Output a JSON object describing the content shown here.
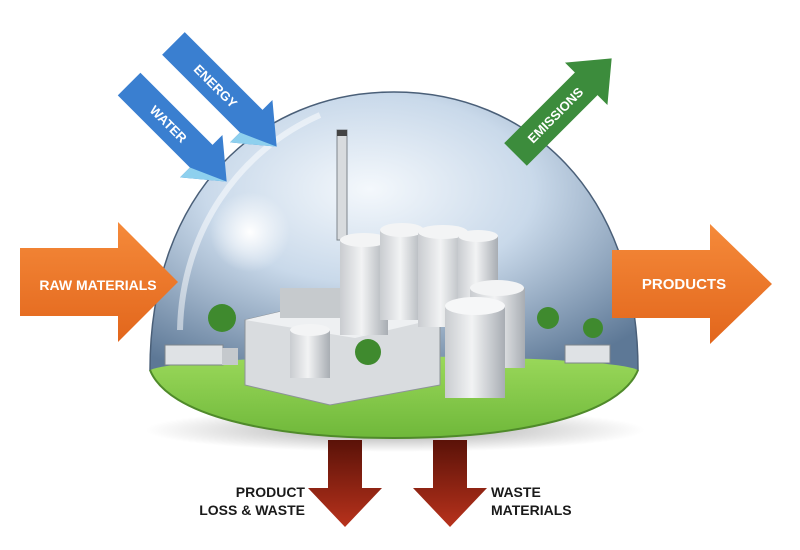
{
  "inputs": {
    "water": "WATER",
    "energy": "ENERGY",
    "raw_materials": "RAW MATERIALS"
  },
  "outputs": {
    "emissions": "EMISSIONS",
    "products": "PRODUCTS",
    "product_loss_line1": "PRODUCT",
    "product_loss_line2": "LOSS & WASTE",
    "waste_line1": "WASTE",
    "waste_line2": "MATERIALS"
  },
  "colors": {
    "orange": "#f07a2a",
    "blue": "#3a7fd0",
    "green": "#3c8c3c",
    "dark_red": "#8b1d10",
    "grass": "#8cd14a"
  }
}
